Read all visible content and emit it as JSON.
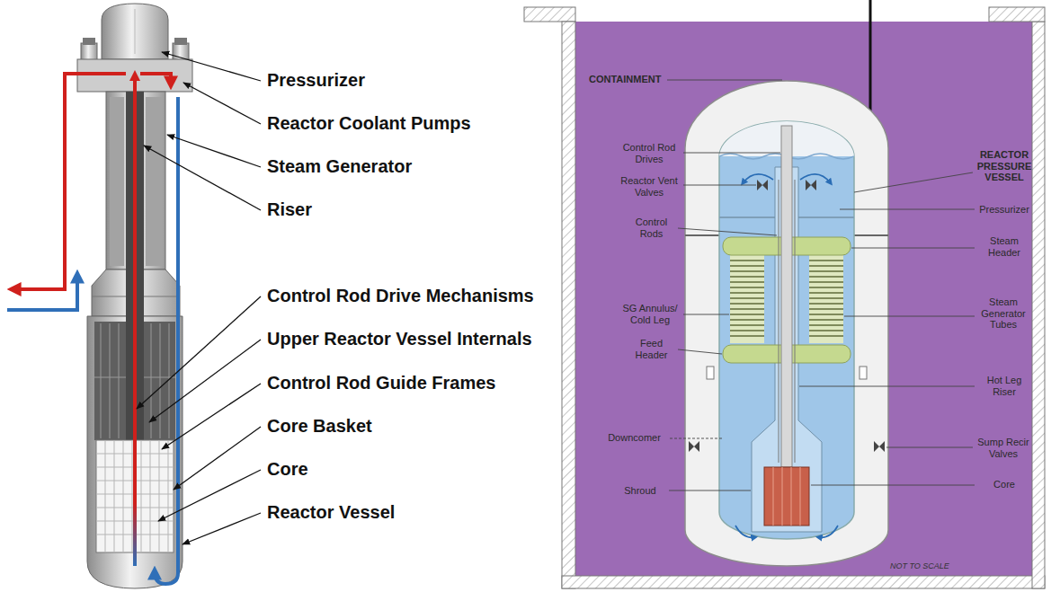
{
  "diagram": {
    "labels": [
      "Pressurizer",
      "Reactor Coolant Pumps",
      "Steam Generator",
      "Riser",
      "Control Rod Drive Mechanisms",
      "Upper Reactor Vessel Internals",
      "Control Rod Guide Frames",
      "Core Basket",
      "Core",
      "Reactor Vessel",
      "CONTAINMENT",
      "REACTOR PRESSURE VESSEL",
      "Control Rod Drives",
      "Reactor Vent Valves",
      "Pressurizer",
      "Control Rods",
      "Steam Header",
      "SG Annulus/ Cold Leg",
      "Steam Generator Tubes",
      "Feed Header",
      "Hot Leg Riser",
      "Downcomer",
      "Sump Recir Valves",
      "Shroud",
      "Core",
      "NOT TO SCALE"
    ]
  }
}
